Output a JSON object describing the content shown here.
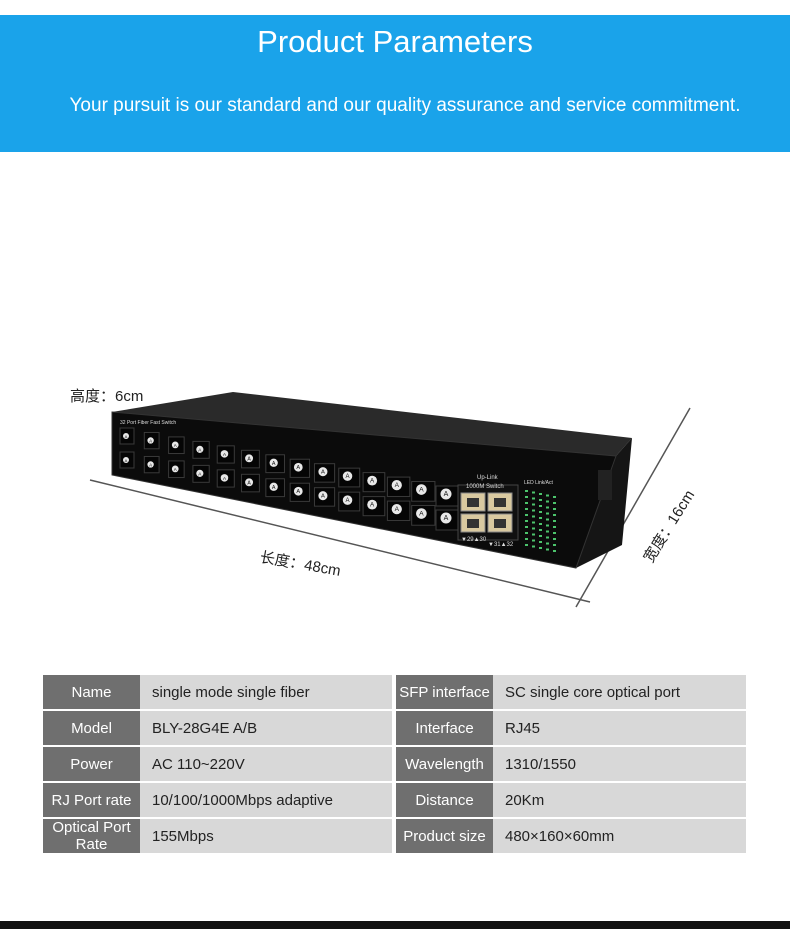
{
  "header": {
    "title": "Product Parameters",
    "subtitle": "Your pursuit is our standard and our quality assurance and service commitment."
  },
  "device": {
    "brand_label": "32 Port Fiber Fast Switch",
    "uplink_label": "Up-Link",
    "switch_label": "1000M Switch",
    "led_label": "LED Link/Act",
    "port_badge": "A",
    "uplink_ports_left": "▼29▲30",
    "uplink_ports_right": "▼31▲32"
  },
  "dimensions": {
    "height": "高度：6cm",
    "length": "长度：48cm",
    "width": "宽度：16cm"
  },
  "specs": [
    {
      "k1": "Name",
      "v1": "single mode single fiber",
      "k2": "SFP interface",
      "v2": "SC single core optical port"
    },
    {
      "k1": "Model",
      "v1": "BLY-28G4E A/B",
      "k2": "Interface",
      "v2": "RJ45"
    },
    {
      "k1": "Power",
      "v1": "AC 110~220V",
      "k2": "Wavelength",
      "v2": "1310/1550"
    },
    {
      "k1": "RJ Port rate",
      "v1": "10/100/1000Mbps adaptive",
      "k2": "Distance",
      "v2": "20Km"
    },
    {
      "k1": "Optical Port Rate",
      "v1": "155Mbps",
      "k2": "Product size",
      "v2": "480×160×60mm"
    }
  ],
  "colors": {
    "banner": "#1aa3ea",
    "key_cell": "#6f6f6f",
    "value_cell": "#d8d8d8"
  }
}
